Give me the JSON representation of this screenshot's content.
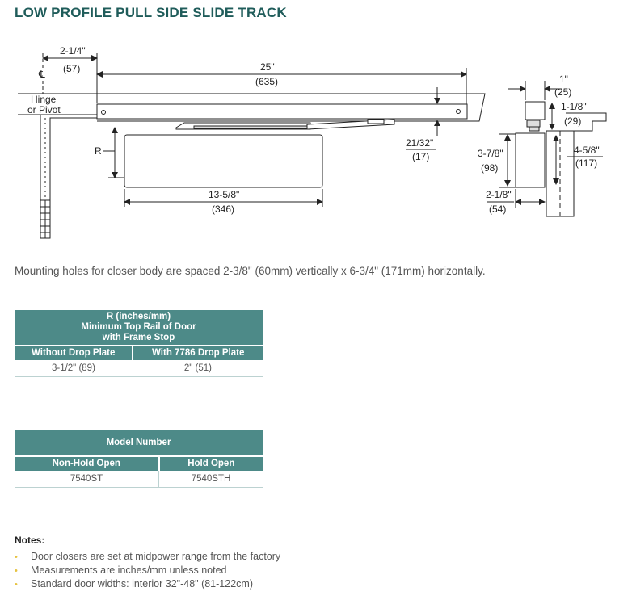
{
  "title": "LOW PROFILE PULL SIDE SLIDE TRACK",
  "drawing": {
    "dim_hinge_offset": "2-1/4\"",
    "dim_hinge_offset_mm": "(57)",
    "dim_track_length": "25\"",
    "dim_track_length_mm": "(635)",
    "hinge_label_1": "Hinge",
    "hinge_label_2": "or Pivot",
    "centerline_symbol": "℄",
    "r_label": "R",
    "dim_track_height": "21/32\"",
    "dim_track_height_mm": "(17)",
    "dim_body_length": "13-5/8\"",
    "dim_body_length_mm": "(346)",
    "side_dim_1": "1\"",
    "side_dim_1_mm": "(25)",
    "side_dim_2": "1-1/8\"",
    "side_dim_2_mm": "(29)",
    "side_dim_3": "3-7/8\"",
    "side_dim_3_mm": "(98)",
    "side_dim_4": "4-5/8\"",
    "side_dim_4_mm": "(117)",
    "side_dim_5": "2-1/8\"",
    "side_dim_5_mm": "(54)"
  },
  "mounting_note": "Mounting holes for closer body are spaced 2-3/8\" (60mm) vertically x 6-3/4\" (171mm) horizontally.",
  "r_table": {
    "header_line1": "R (inches/mm)",
    "header_line2": "Minimum Top Rail of Door",
    "header_line3": "with Frame Stop",
    "col1": "Without Drop Plate",
    "col2": "With 7786 Drop Plate",
    "val1": "3-1/2\" (89)",
    "val2": "2\" (51)"
  },
  "model_table": {
    "header": "Model Number",
    "col1": "Non-Hold Open",
    "col2": "Hold Open",
    "val1": "7540ST",
    "val2": "7540STH"
  },
  "notes": {
    "title": "Notes:",
    "items": [
      "Door closers are set at midpower range from the factory",
      "Measurements are inches/mm unless noted",
      "Standard door widths:  interior 32\"-48\" (81-122cm)"
    ]
  },
  "colors": {
    "accent": "#1f5c5a",
    "table_header": "#4d8a88",
    "bullet": "#e6c240"
  }
}
